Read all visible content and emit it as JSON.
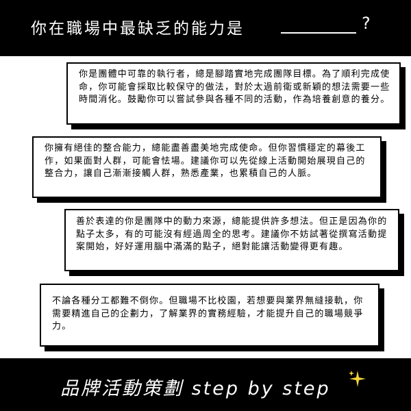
{
  "header": {
    "title": "你在職場中最缺乏的能力是",
    "question_mark": "?"
  },
  "cards": [
    {
      "text": "你是團體中可靠的執行者，總是腳踏實地完成團隊目標。為了順利完成使命，你可能會採取比較保守的做法，對於太過前衛或新穎的想法需要一些時間消化。鼓勵你可以嘗試參與各種不同的活動，作為培養創意的養分。"
    },
    {
      "text": "你擁有絕佳的整合能力，總能盡善盡美地完成使命。但你習慣穩定的幕後工作，如果面對人群，可能會怯場。建議你可以先從線上活動開始展現自己的整合力，讓自己漸漸接觸人群，熟悉產業，也累積自己的人脈。"
    },
    {
      "text": "善於表達的你是團隊中的動力來源，總能提供許多想法。但正是因為你的點子太多，有的可能沒有經過周全的思考。建議你不妨試著從撰寫活動提案開始，好好運用腦中滿滿的點子，絕對能讓活動變得更有趣。"
    },
    {
      "text": "不論各種分工都難不倒你。但職場不比校園，若想要與業界無縫接軌，你需要精進自己的企劃力，了解業界的實務經驗，才能提升自己的職場競爭力。"
    }
  ],
  "footer": {
    "tagline": "品牌活動策劃 step by step",
    "sparkle_color": "#f5d33a",
    "icon": "sparkle-icon"
  }
}
